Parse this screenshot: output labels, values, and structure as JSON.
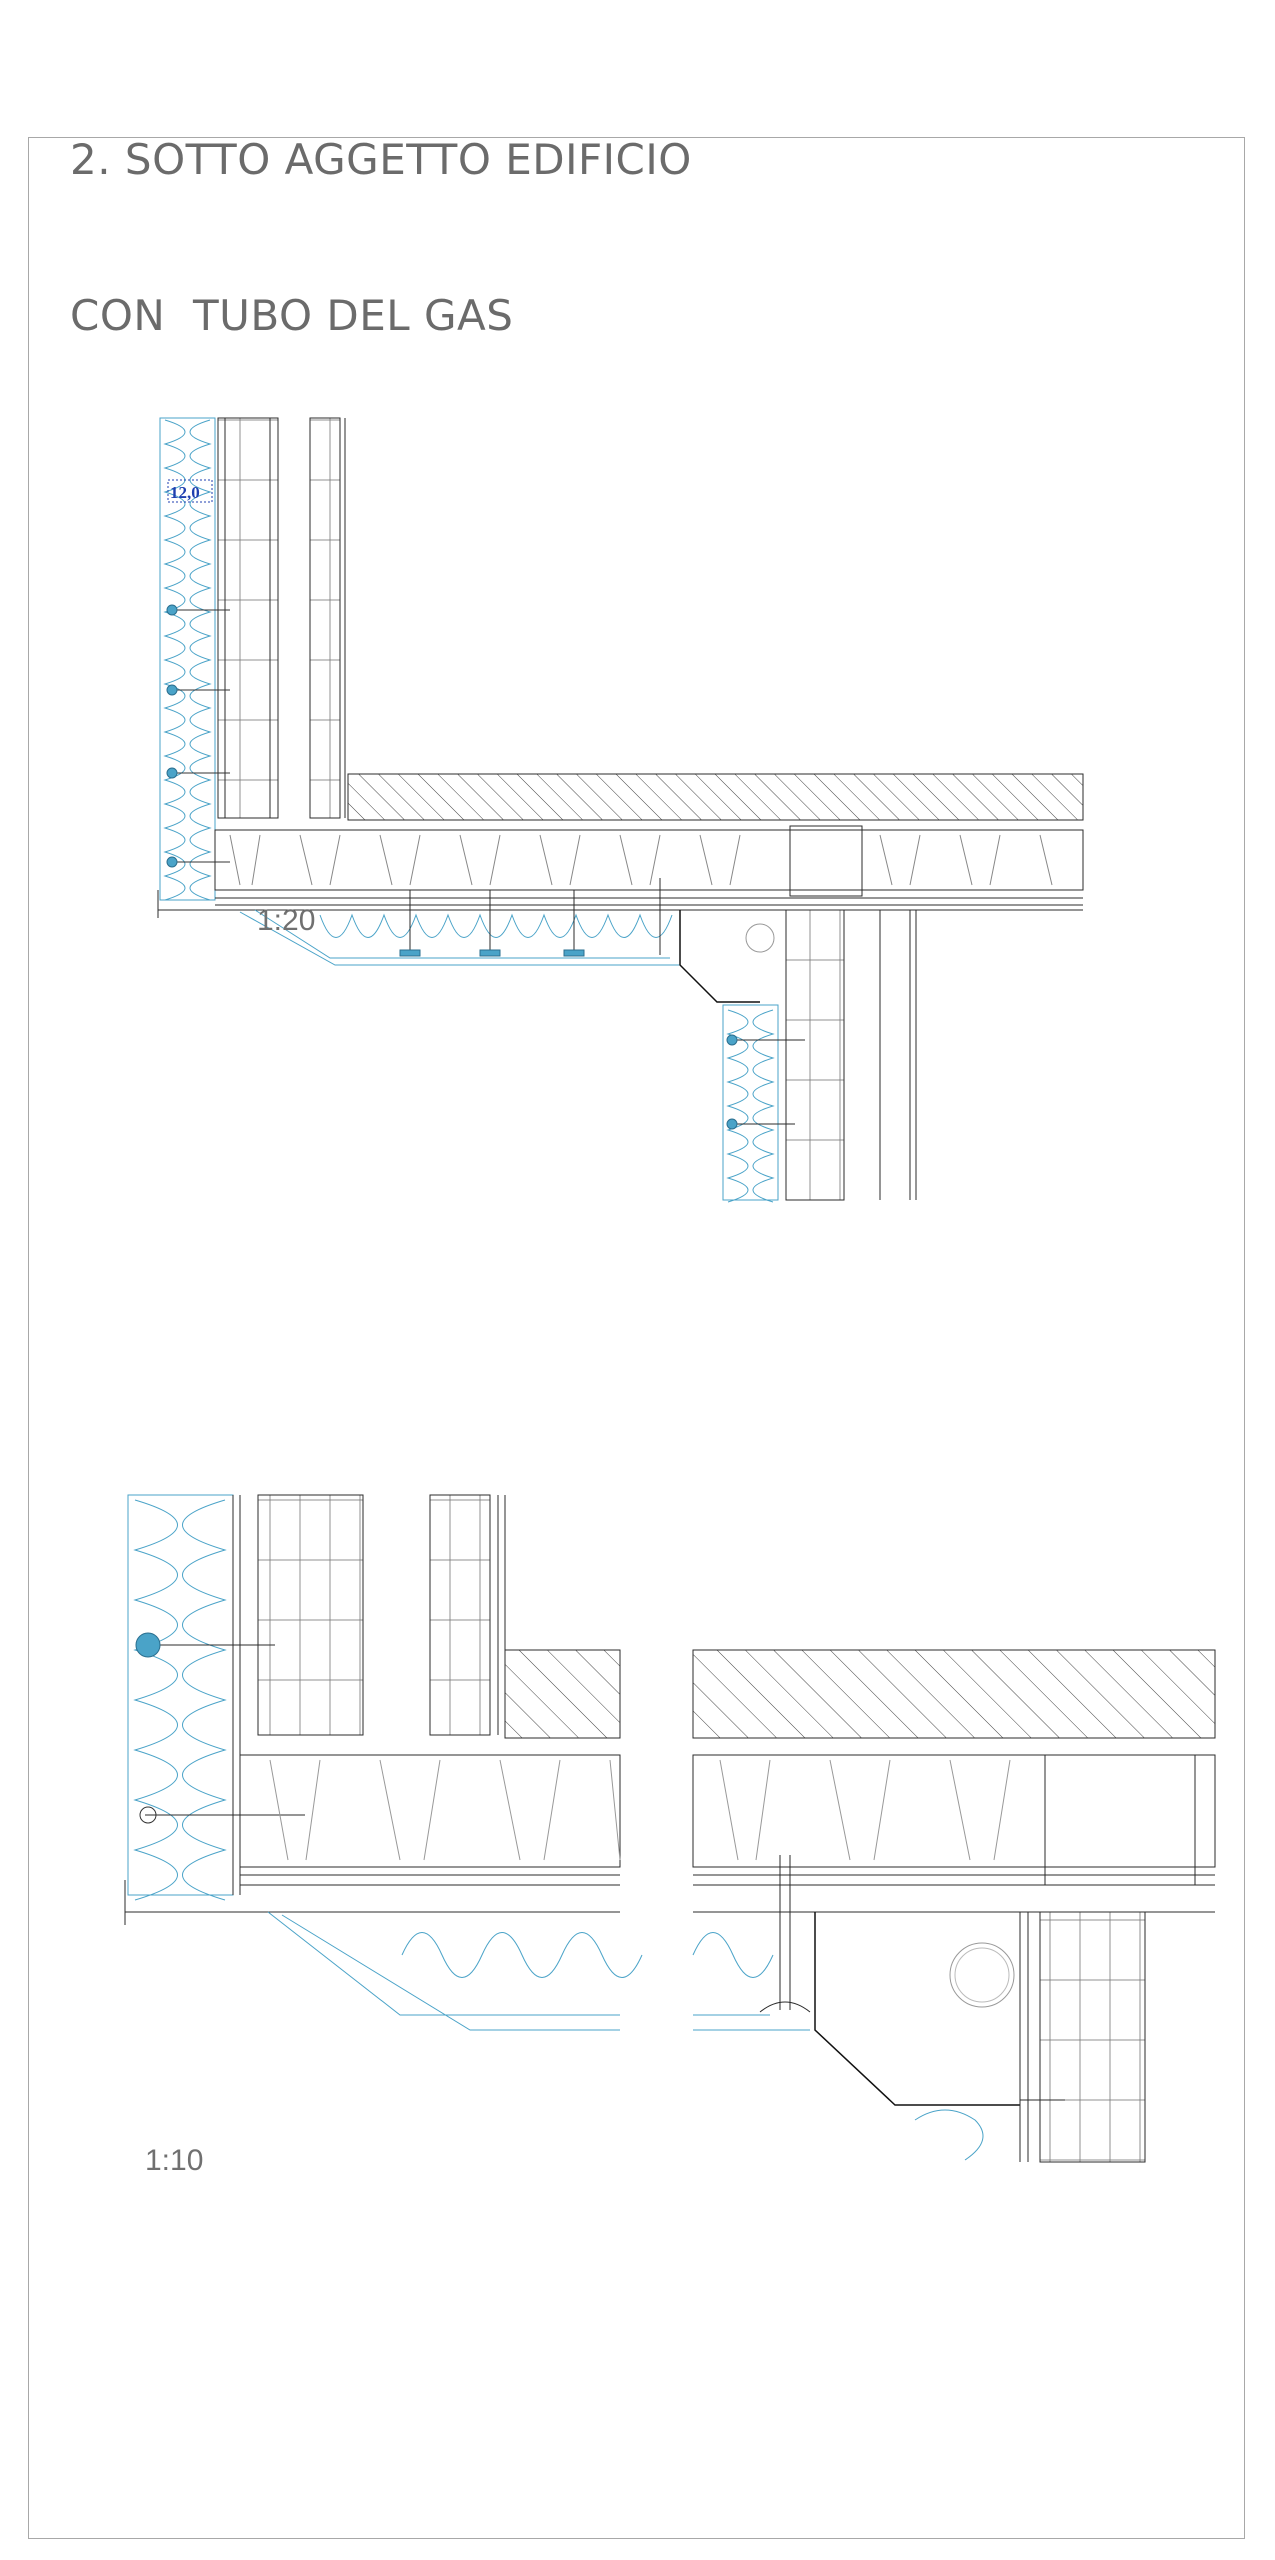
{
  "header": {
    "title_line1": "2. SOTTO AGGETTO EDIFICIO",
    "title_line2": "CON  TUBO DEL GAS"
  },
  "drawing_top": {
    "scale": "1:20",
    "dimension": "12,0"
  },
  "drawing_bottom": {
    "scale": "1:10"
  },
  "colors": {
    "title": "#6b6b6b",
    "line": "#2b2b2b",
    "insulation": "#4aa3c8",
    "dimension": "#1f3fb0",
    "frame": "#a8a8a8"
  }
}
